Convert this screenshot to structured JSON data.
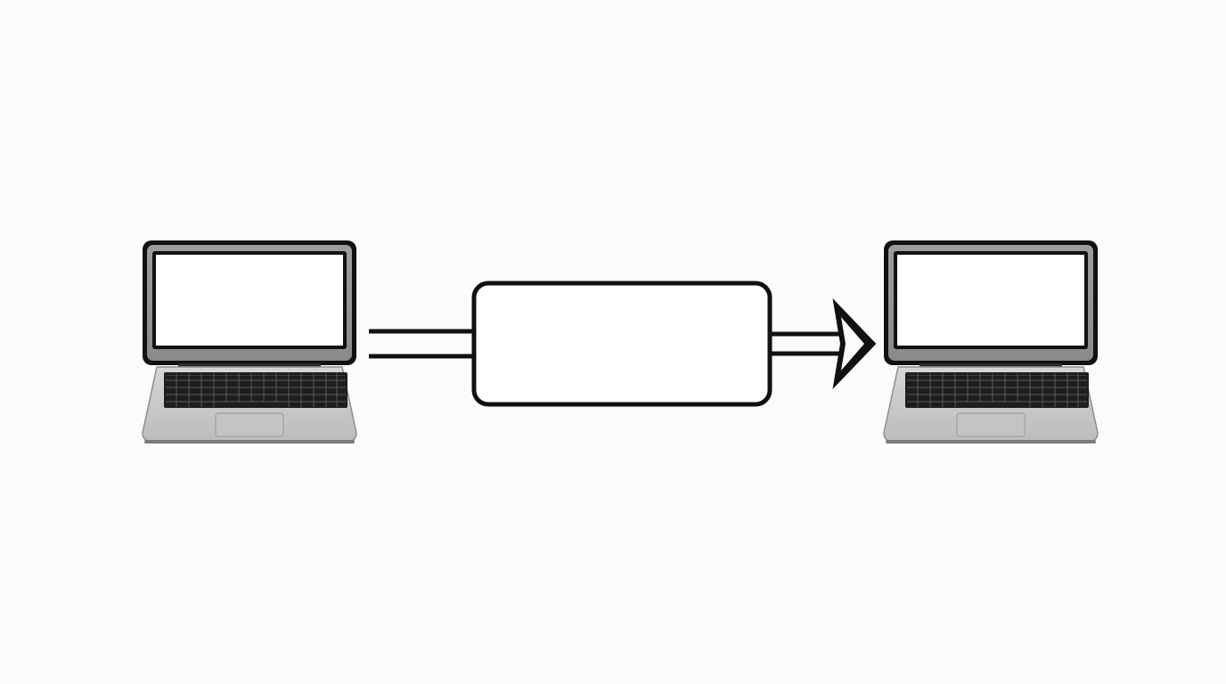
{
  "diagram": {
    "nodes": [
      {
        "id": "source-laptop",
        "type": "laptop-icon",
        "label": ""
      },
      {
        "id": "center-box",
        "type": "rectangle",
        "label": ""
      },
      {
        "id": "target-laptop",
        "type": "laptop-icon",
        "label": ""
      }
    ],
    "edges": [
      {
        "from": "source-laptop",
        "to": "center-box",
        "style": "double-line"
      },
      {
        "from": "center-box",
        "to": "target-laptop",
        "style": "double-line-arrow"
      }
    ]
  },
  "colors": {
    "background": "#fbfbfb",
    "outline": "#111111",
    "laptop_body": "#c8c8c8",
    "laptop_shadow": "#9a9a9a",
    "screen": "#ffffff",
    "keyboard": "#1e1e1e",
    "trackpad": "#bdbdbd"
  }
}
